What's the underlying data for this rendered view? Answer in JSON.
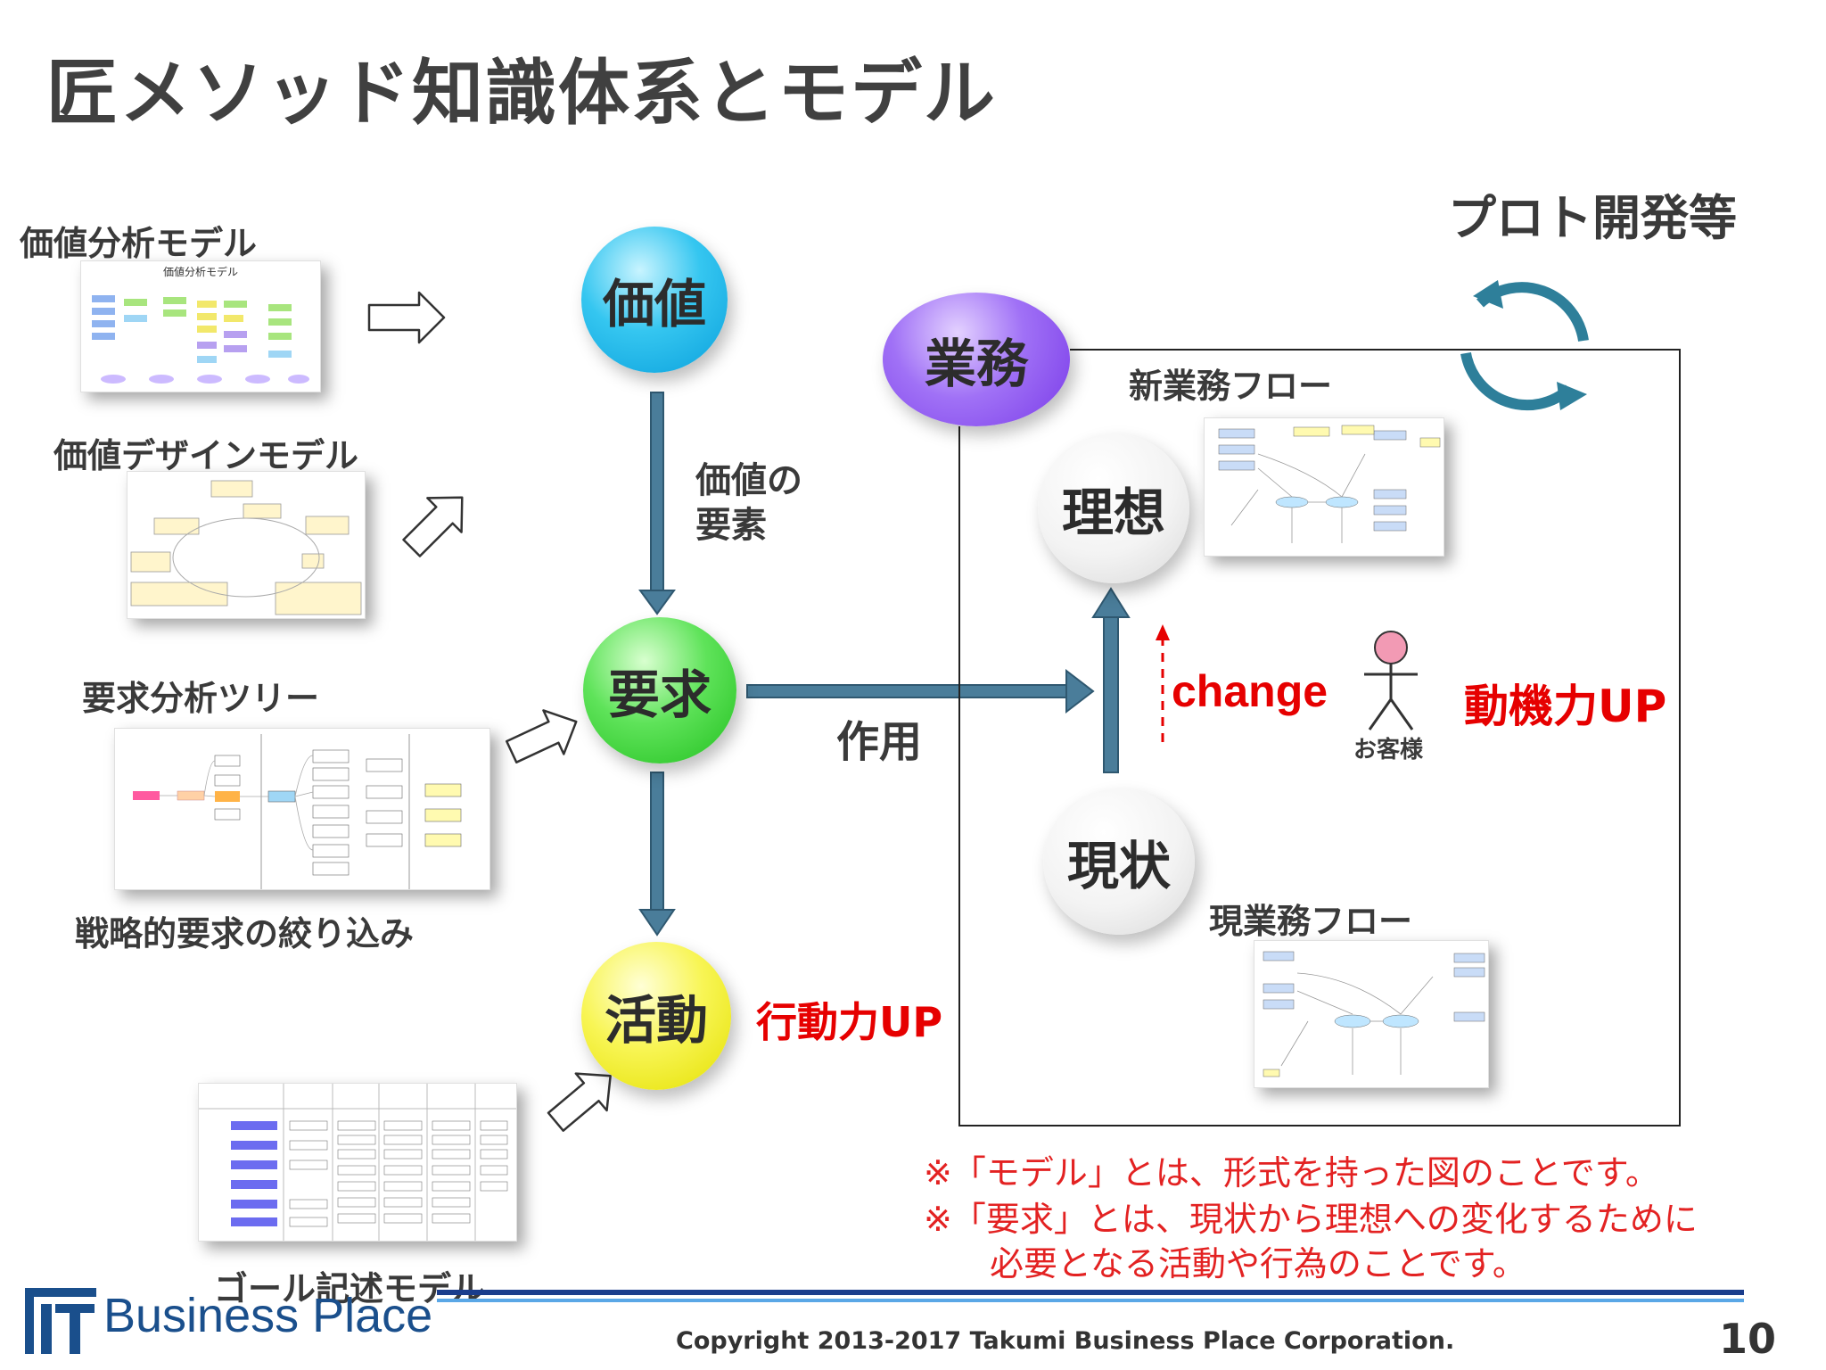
{
  "slide": {
    "title": "匠メソッド知識体系とモデル",
    "page_number": "10",
    "copyright": "Copyright  2013-2017 Takumi Business Place Corporation."
  },
  "models": {
    "value_analysis": "価値分析モデル",
    "value_analysis_thumb_title": "価値分析モデル",
    "value_design": "価値デザインモデル",
    "requirement_tree": "要求分析ツリー",
    "strategic": "戦略的要求の絞り込み",
    "goal": "ゴール記述モデル"
  },
  "circles": {
    "value": "価値",
    "requirement": "要求",
    "activity": "活動",
    "business": "業務",
    "ideal": "理想",
    "current": "現状"
  },
  "labels": {
    "value_element": "価値の",
    "value_element2": "要素",
    "effect": "作用",
    "action_up": "行動力UP",
    "prototype": "プロト開発等",
    "new_flow": "新業務フロー",
    "current_flow": "現業務フロー",
    "change": "change",
    "motivation_up": "動機力UP",
    "customer": "お客様"
  },
  "notes": {
    "line1": "※「モデル」とは、形式を持った図のことです。",
    "line2": "※「要求」とは、現状から理想への変化するために",
    "line3": "必要となる活動や行為のことです。"
  },
  "logo": {
    "mark": "IT",
    "text": "Business Place"
  },
  "colors": {
    "arrow": "#4a7d9a",
    "red_text": "#e60000",
    "logo_blue": "#1a4f8c",
    "cycle": "#2e7f9a"
  }
}
